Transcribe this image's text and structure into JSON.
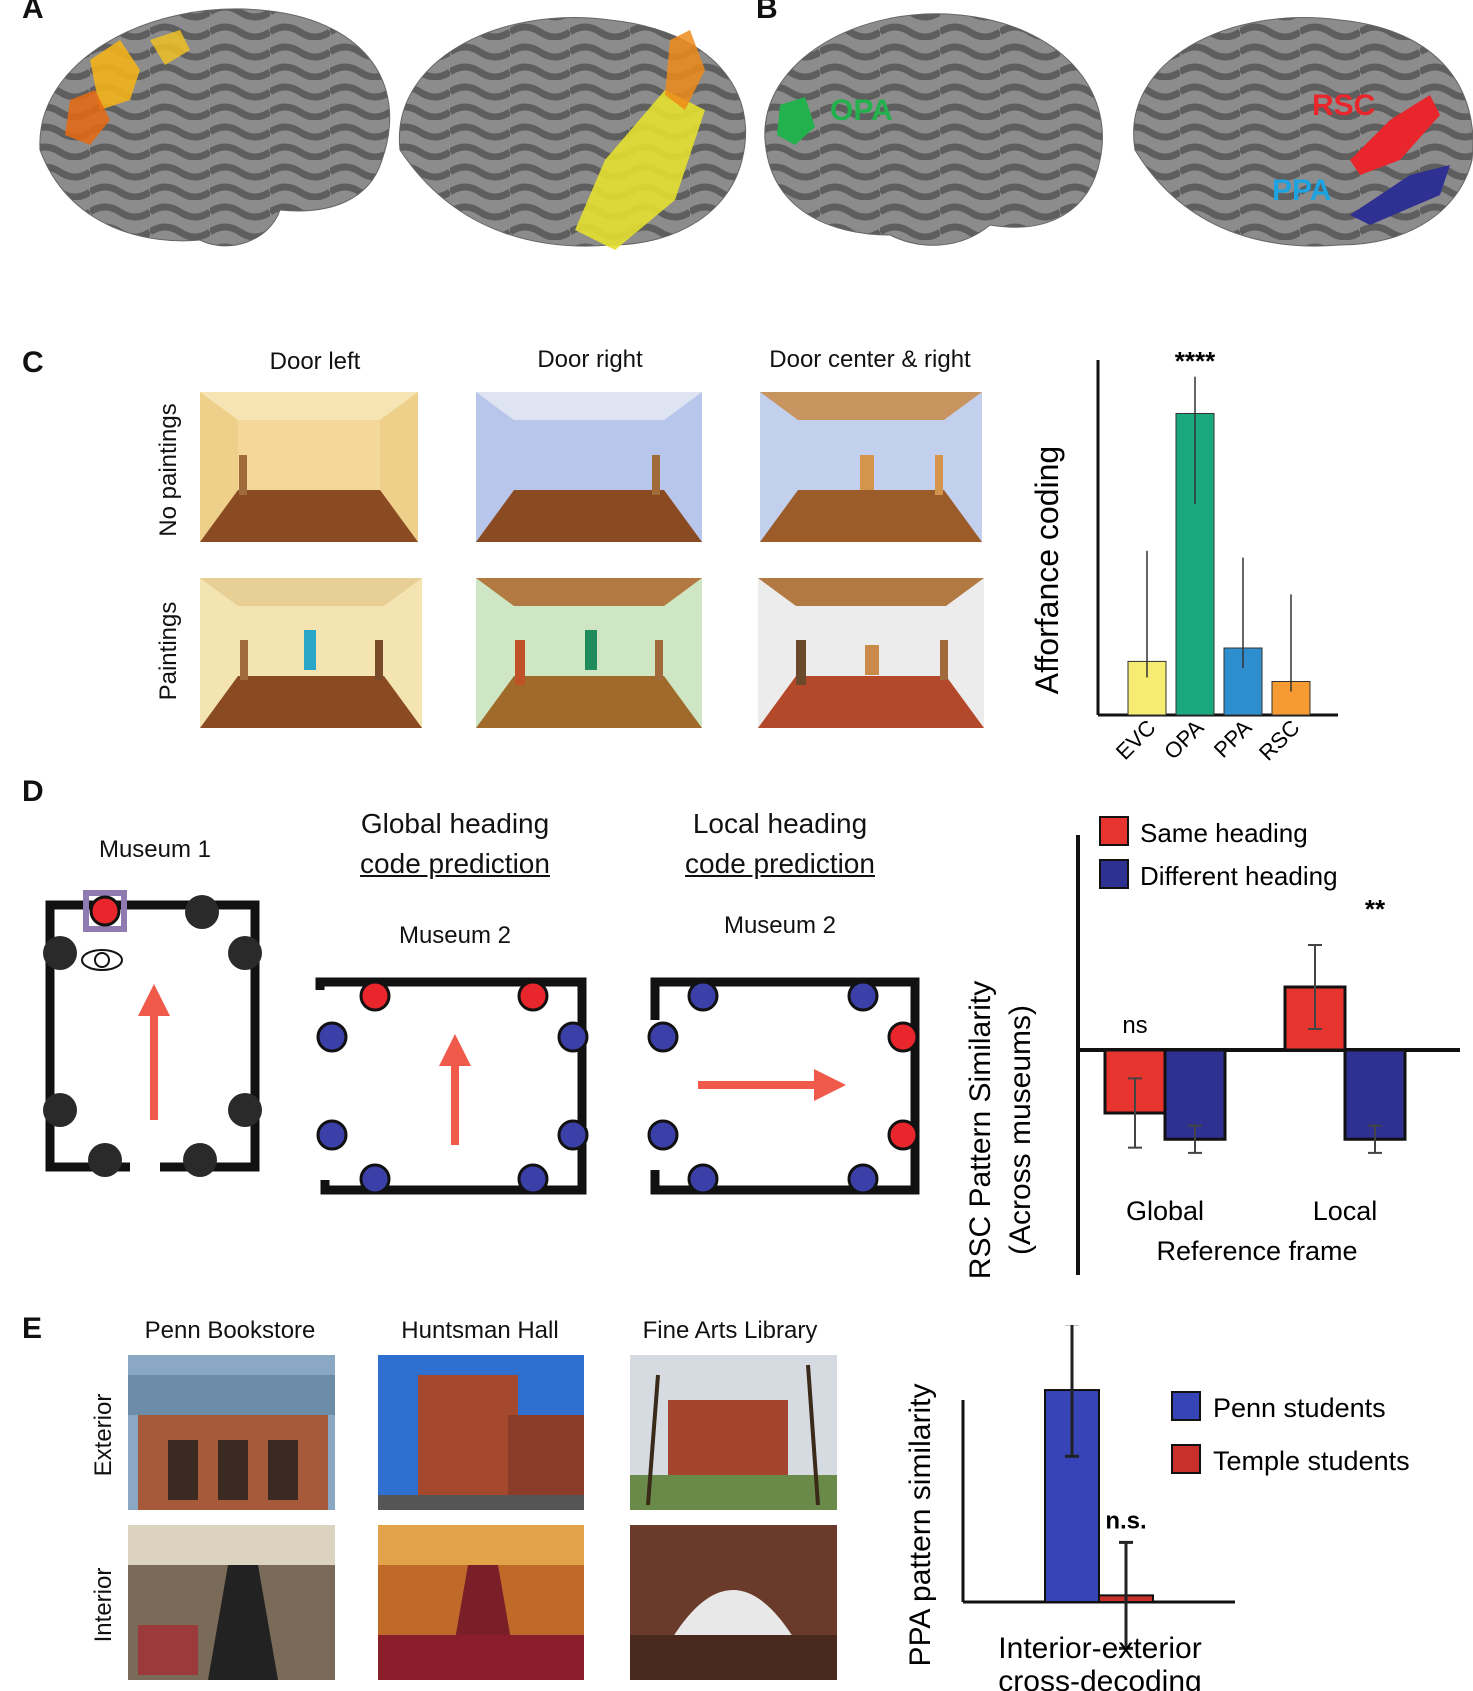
{
  "panels": {
    "a": "A",
    "b": "B",
    "c": "C",
    "d": "D",
    "e": "E"
  },
  "panel_b": {
    "opa": "OPA",
    "rsc": "RSC",
    "ppa": "PPA"
  },
  "panel_c": {
    "columns": [
      "Door left",
      "Door right",
      "Door center & right"
    ],
    "rows": [
      "No paintings",
      "Paintings"
    ],
    "colors": {
      "yellow_room": "#efd08a",
      "blue_room": "#b9c6ec",
      "green_room": "#cfe6c5",
      "floor": "#8a4a22"
    }
  },
  "panel_d": {
    "museum1": "Museum 1",
    "global_title_1": "Global heading",
    "global_title_2": "code prediction",
    "local_title_1": "Local heading",
    "local_title_2": "code prediction",
    "museum2_a": "Museum 2",
    "museum2_b": "Museum 2",
    "colors": {
      "arrow": "#ef5a4a",
      "red_dot": "#e8262b",
      "blue_dot": "#3b3fa8",
      "black_dot": "#2a2a2a"
    }
  },
  "panel_e": {
    "columns": [
      "Penn Bookstore",
      "Huntsman Hall",
      "Fine Arts Library"
    ],
    "rows": [
      "Exterior",
      "Interior"
    ]
  },
  "chart_data": [
    {
      "type": "bar",
      "ylabel": "Afforfance coding",
      "categories": [
        "EVC",
        "OPA",
        "PPA",
        "RSC"
      ],
      "values": [
        0.16,
        0.9,
        0.2,
        0.1
      ],
      "errors": [
        0.33,
        0.11,
        0.27,
        0.26
      ],
      "colors": [
        "#f7ec72",
        "#1aa87e",
        "#2f8fce",
        "#f59b32"
      ],
      "annotation": "****",
      "ylim": [
        0,
        1
      ]
    },
    {
      "type": "bar",
      "ylabel": "RSC Pattern Similarity",
      "ylabel2": "(Across museums)",
      "xlabel": "Reference frame",
      "categories": [
        "Global",
        "Local"
      ],
      "series": [
        {
          "name": "Same heading",
          "values": [
            -0.6,
            0.6
          ],
          "errors": [
            0.33,
            0.4
          ],
          "color": "#e8342f"
        },
        {
          "name": "Different heading",
          "values": [
            -0.85,
            -0.85
          ],
          "errors": [
            0.13,
            0.13
          ],
          "color": "#2e3192"
        }
      ],
      "annotations": [
        "ns",
        "**"
      ],
      "ylim": [
        -1.2,
        1.2
      ]
    },
    {
      "type": "bar",
      "ylabel": "PPA pattern similarity",
      "xlabel": "Interior-exterior",
      "xlabel2": "cross-decoding",
      "categories": [
        "Interior-exterior cross-decoding"
      ],
      "series": [
        {
          "name": "Penn students",
          "values": [
            0.64
          ],
          "errors": [
            0.2
          ],
          "color": "#3544b6"
        },
        {
          "name": "Temple students",
          "values": [
            0.02
          ],
          "errors": [
            0.16
          ],
          "color": "#c9302c"
        }
      ],
      "annotations": [
        "**",
        "n.s."
      ],
      "ylim": [
        0,
        1
      ]
    }
  ]
}
